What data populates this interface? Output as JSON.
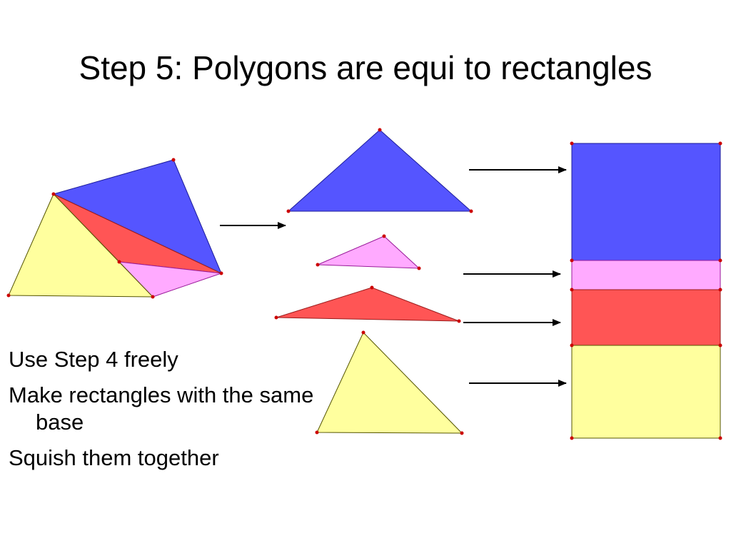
{
  "slide": {
    "title": "Step 5: Polygons are equi to rectangles"
  },
  "bullets": [
    "Use Step 4 freely",
    "Make rectangles with the same base",
    "Squish them  together"
  ],
  "colors": {
    "blue": "#5555ff",
    "pink": "#ffaaff",
    "red": "#ff5555",
    "yellow": "#ffff9e",
    "vertex": "#cc0000",
    "arrow": "#000000"
  },
  "icons": {
    "arrow": "right-arrow-icon",
    "vertex": "vertex-point"
  }
}
